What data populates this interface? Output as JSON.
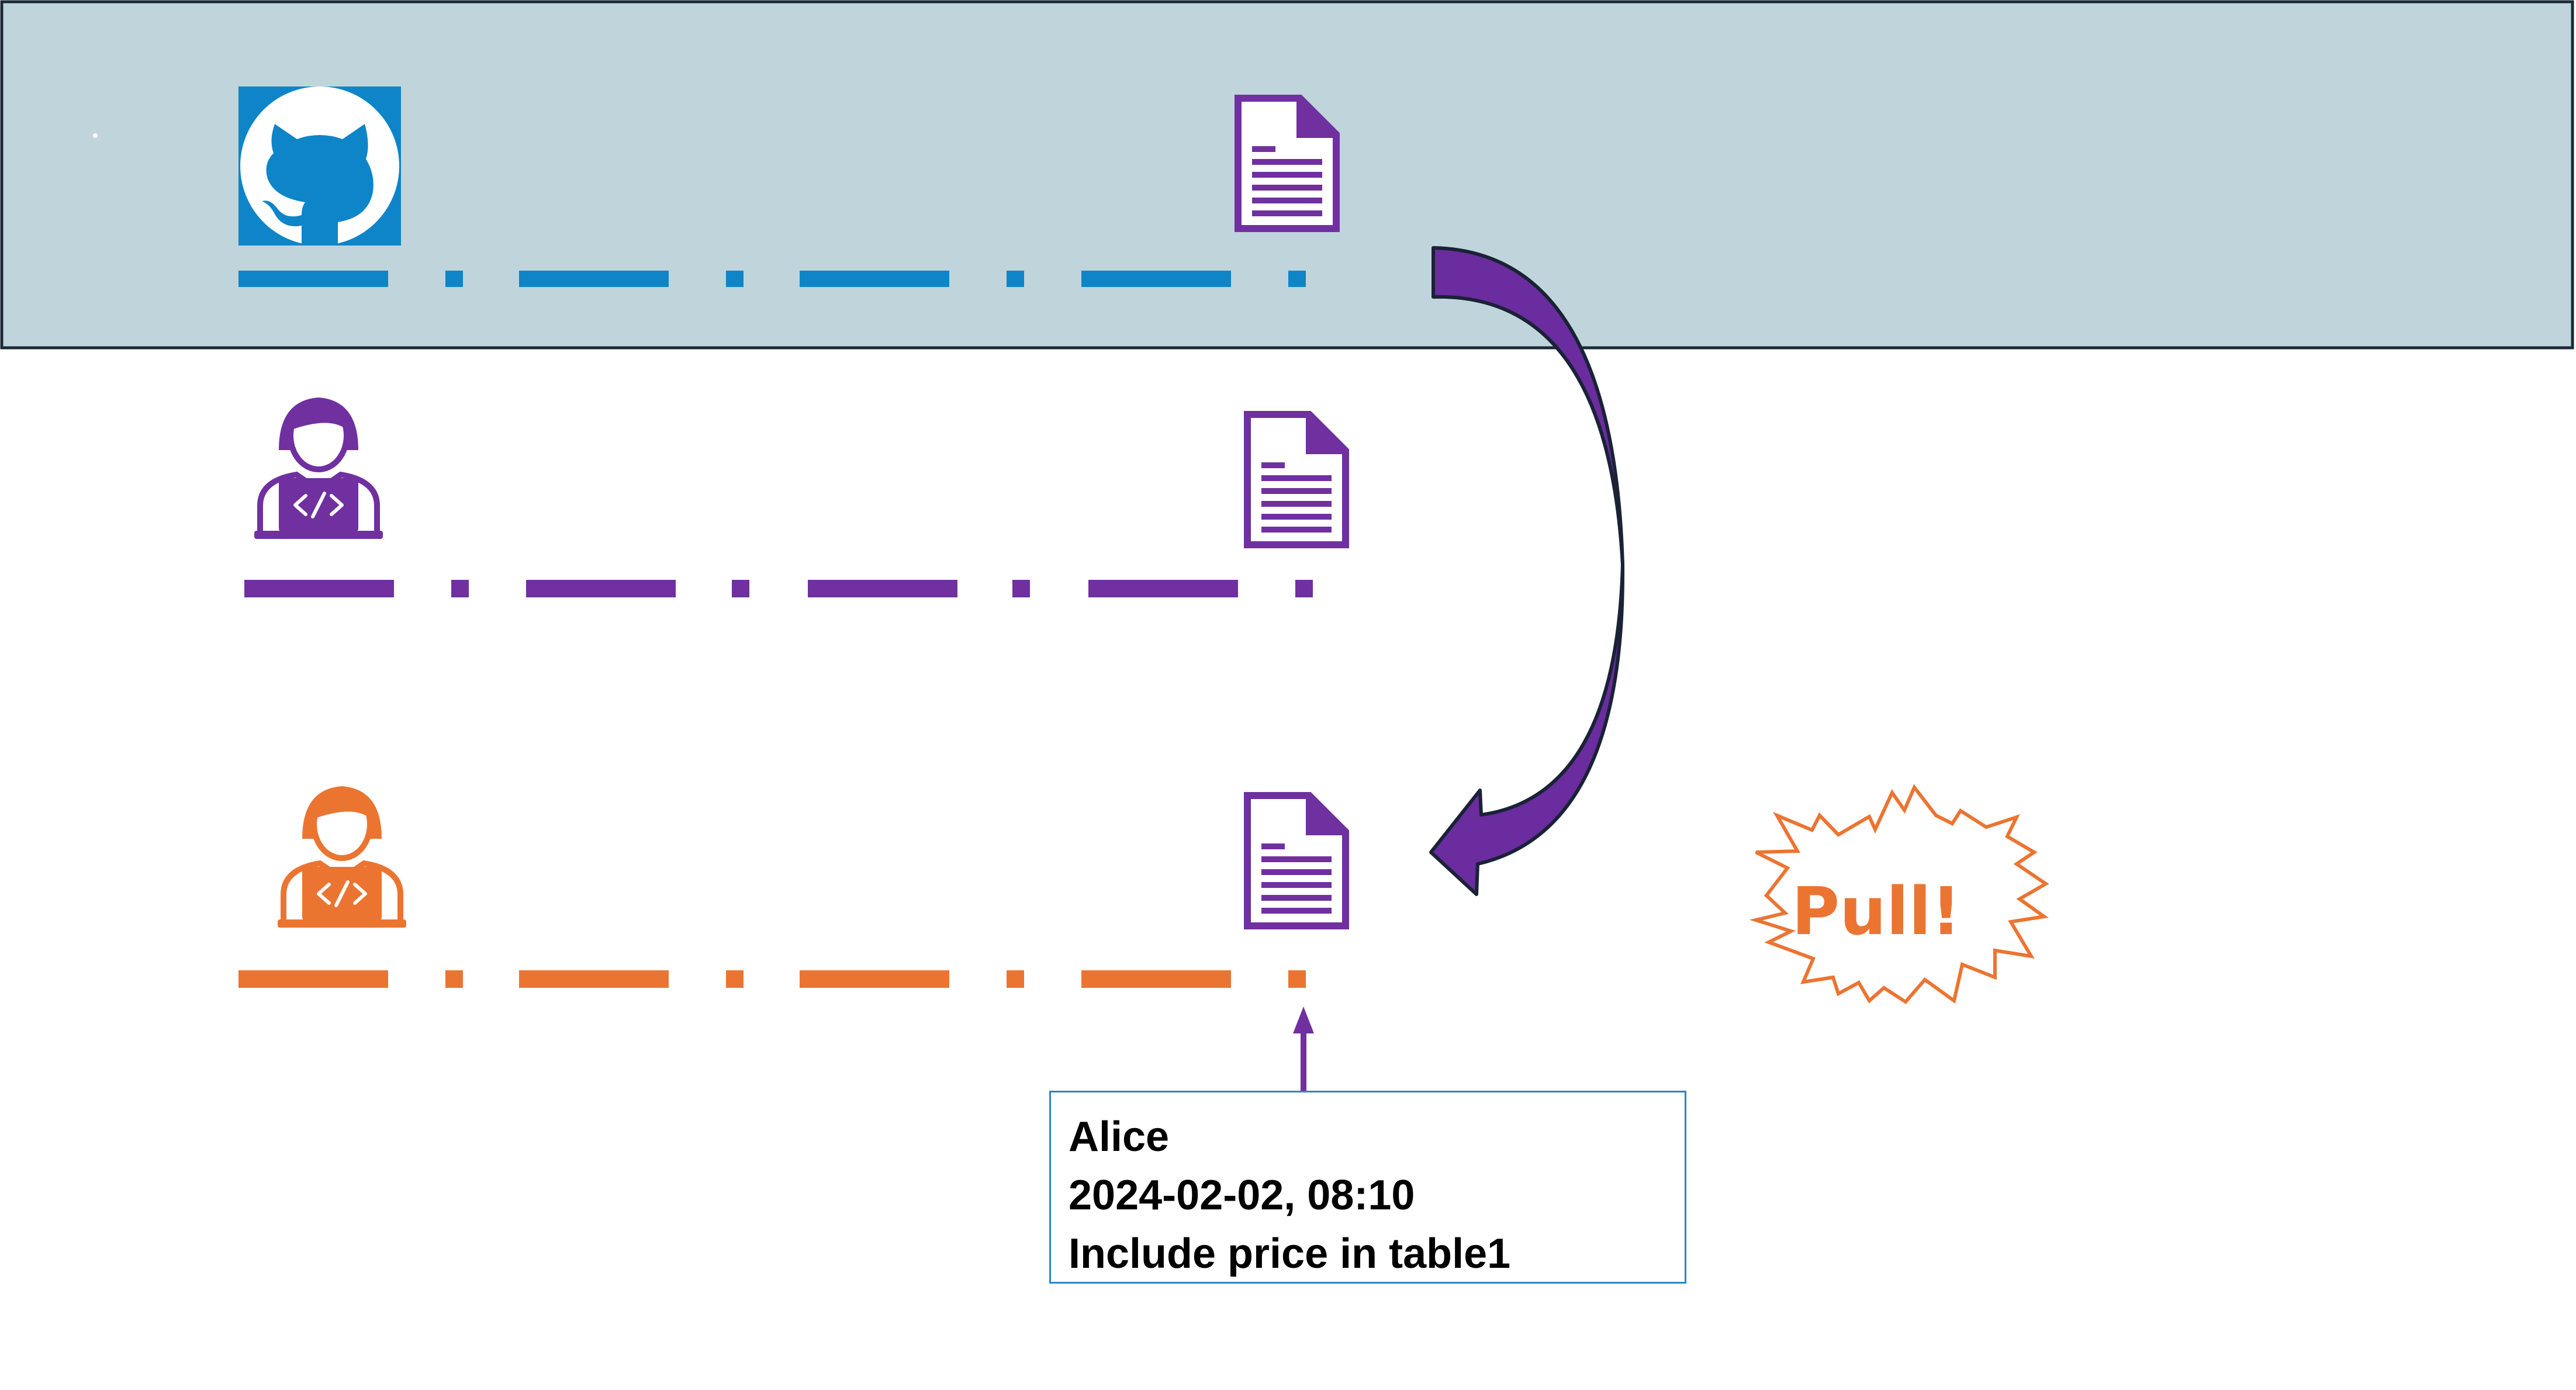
{
  "colors": {
    "repo_band": "#c0d4dc",
    "repo_line": "#0d85c8",
    "dev1": "#7030a0",
    "dev2": "#ec7431",
    "arrow": "#6a2c9e",
    "note_border": "#2a86c8"
  },
  "icons": {
    "repo": "github-logo-icon",
    "developer1": "developer-laptop-icon",
    "developer2": "developer-laptop-icon",
    "file": "document-icon"
  },
  "commit_note": {
    "author": "Alice",
    "datetime": "2024-02-02, 08:10",
    "message": "Include price in table1"
  },
  "callout": {
    "text": "Pull!"
  }
}
